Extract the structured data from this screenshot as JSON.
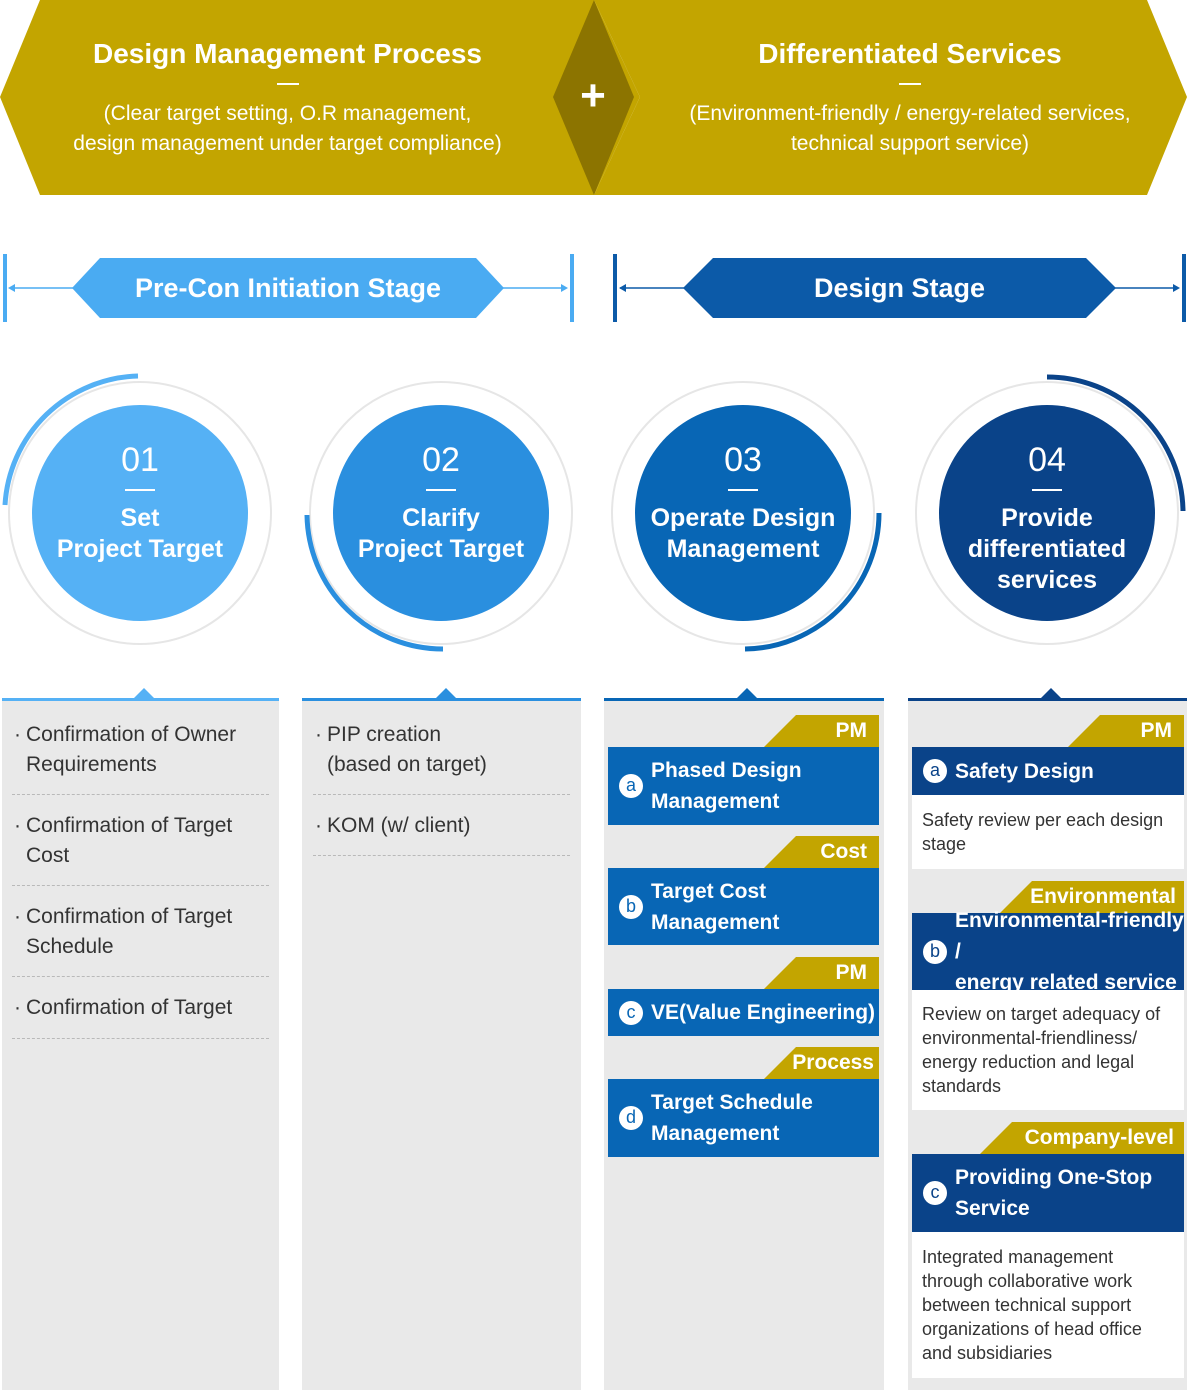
{
  "header": {
    "left": {
      "title": "Design Management Process",
      "subtitle": "(Clear target setting, O.R management,\ndesign management under target compliance)"
    },
    "plus": "+",
    "right": {
      "title": "Differentiated Services",
      "subtitle": "(Environment-friendly / energy-related services,\ntechnical support service)"
    }
  },
  "stages": {
    "preCon": "Pre-Con Initiation Stage",
    "design": "Design Stage"
  },
  "steps": [
    {
      "number": "01",
      "label": "Set\nProject Target"
    },
    {
      "number": "02",
      "label": "Clarify\nProject Target"
    },
    {
      "number": "03",
      "label": "Operate Design\nManagement"
    },
    {
      "number": "04",
      "label": "Provide\ndifferentiated\nservices"
    }
  ],
  "col1": [
    "Confirmation of Owner\nRequirements",
    "Confirmation of Target\nCost",
    "Confirmation of Target\nSchedule",
    "Confirmation of Target"
  ],
  "col2": [
    "PIP creation\n(based on target)",
    "KOM (w/ client)"
  ],
  "col3": [
    {
      "tag": "PM",
      "letter": "a",
      "title": "Phased Design\nManagement"
    },
    {
      "tag": "Cost",
      "letter": "b",
      "title": "Target Cost\nManagement"
    },
    {
      "tag": "PM",
      "letter": "c",
      "title": "VE(Value Engineering)"
    },
    {
      "tag": "Process",
      "letter": "d",
      "title": "Target Schedule\nManagement"
    }
  ],
  "col4": [
    {
      "tag": "PM",
      "letter": "a",
      "title": "Safety Design",
      "desc": "Safety review per each design\nstage"
    },
    {
      "tag": "Environmental",
      "letter": "b",
      "title": "Environmental-friendly /\nenergy related service",
      "desc": "Review on target adequacy of\nenvironmental-friendliness/\nenergy reduction and legal\nstandards"
    },
    {
      "tag": "Company-level",
      "letter": "c",
      "title": "Providing One-Stop\nService",
      "desc": "Integrated management\nthrough collaborative work\nbetween technical support\norganizations of head office\nand subsidiaries"
    }
  ],
  "colors": {
    "gold": "#c3a500",
    "goldDark": "#8c7400",
    "step1": "#55b1f5",
    "step2": "#2a8fdf",
    "step3": "#0866b5",
    "step4": "#0a4389",
    "preConBar": "#4aabf2",
    "designBar": "#0c5aa8"
  }
}
